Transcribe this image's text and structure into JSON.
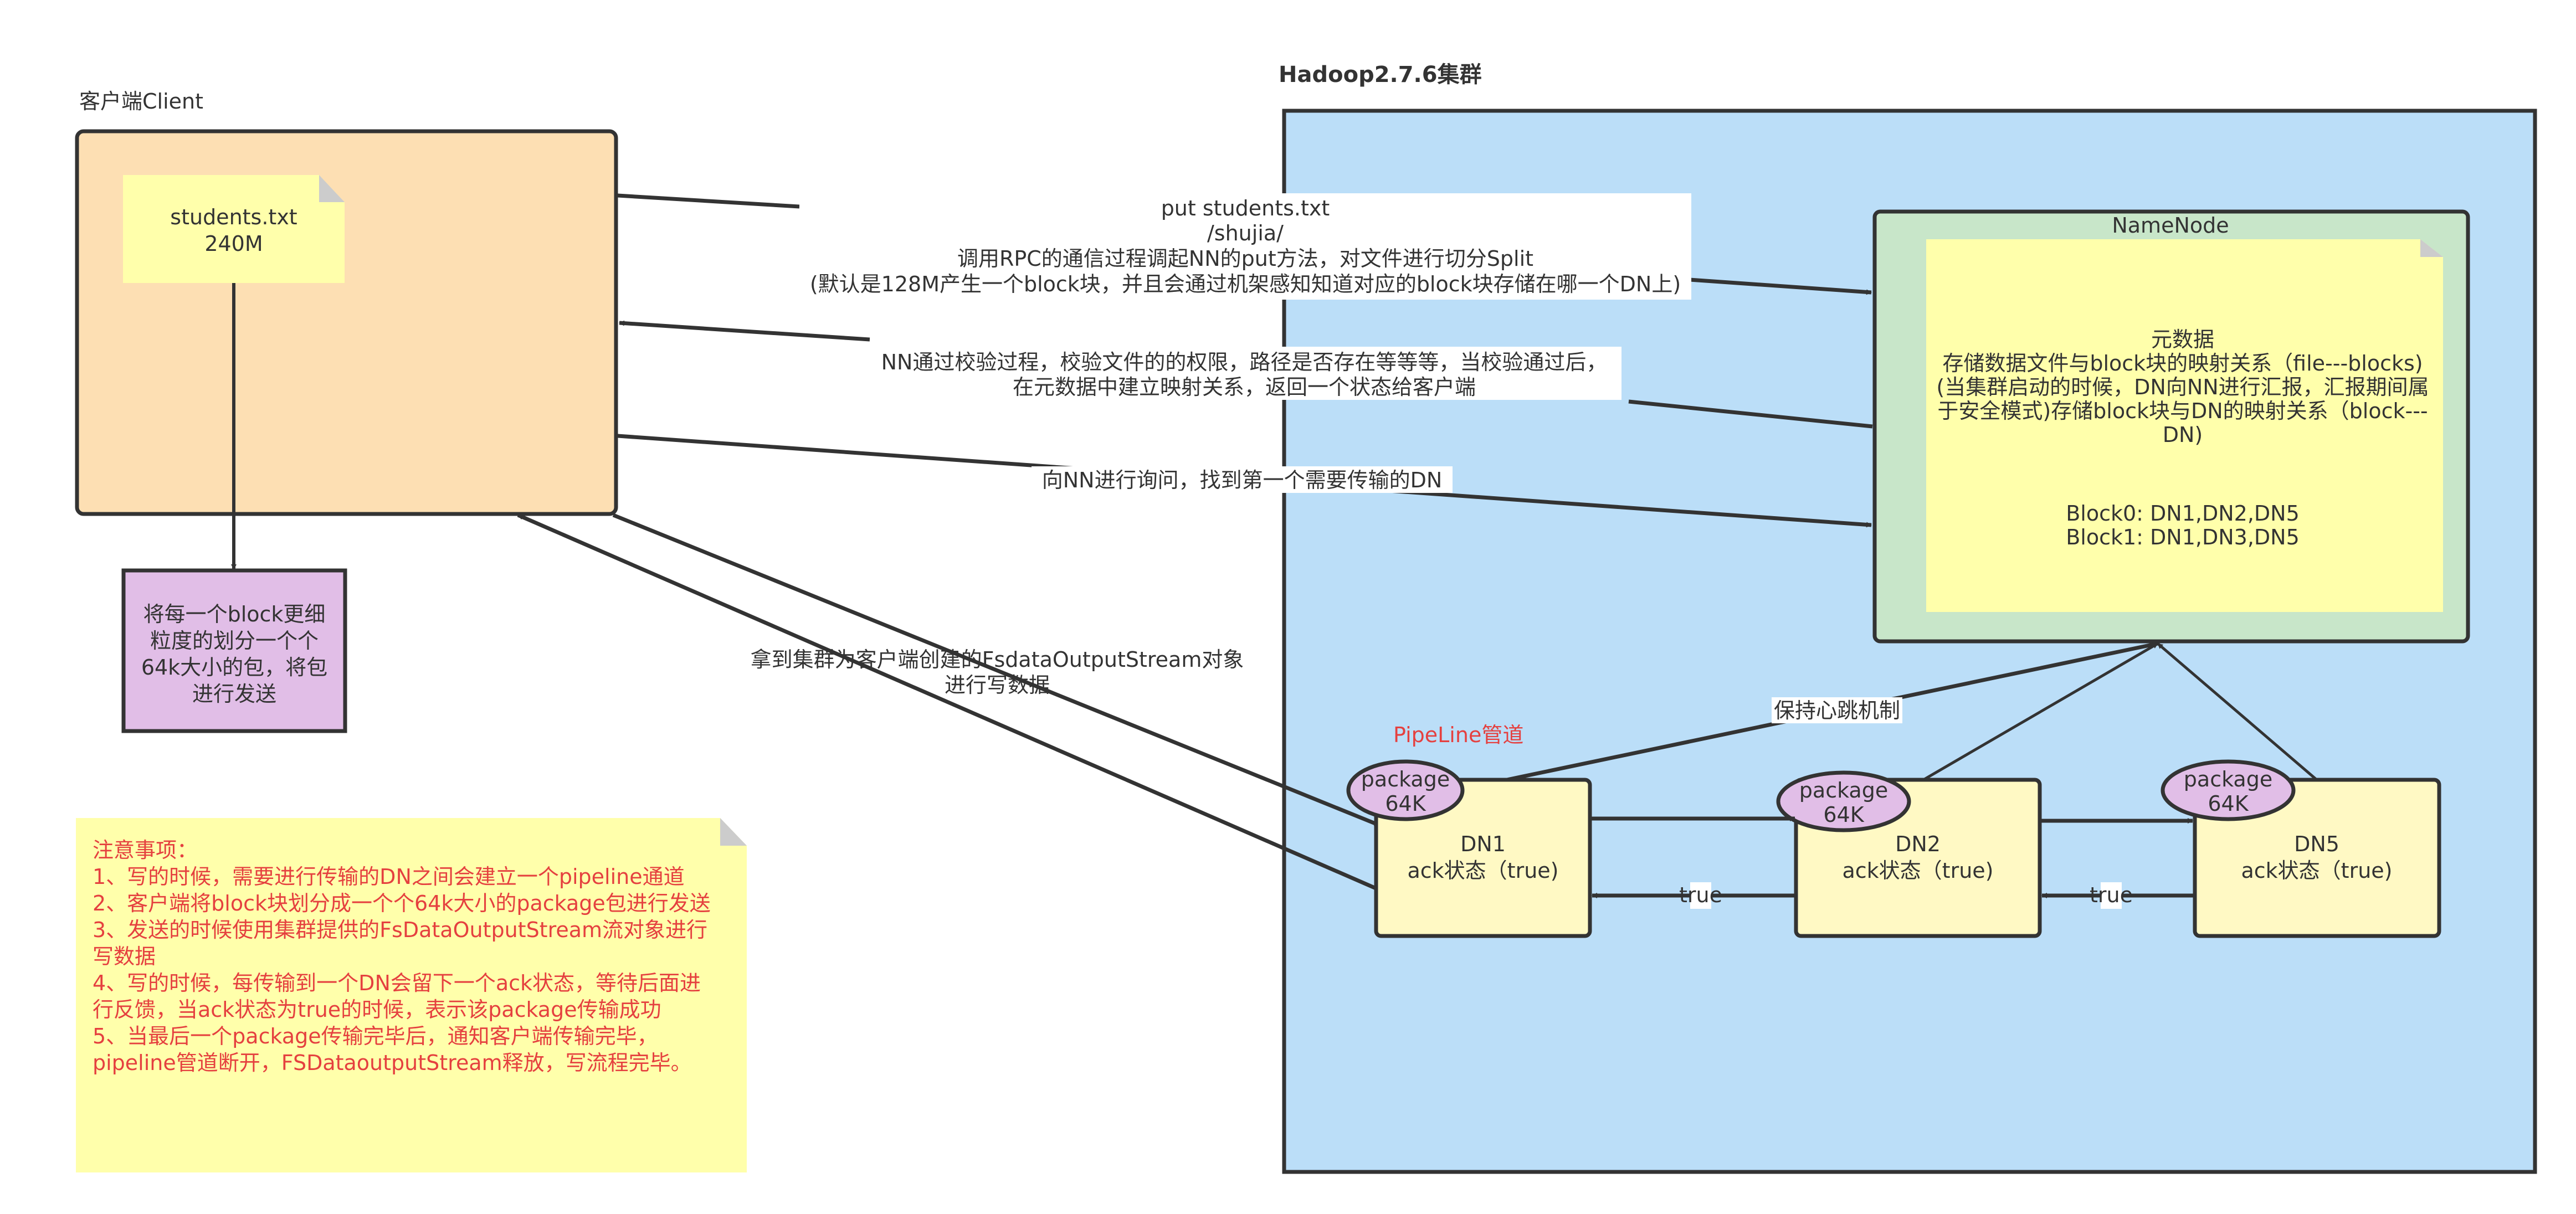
{
  "colors": {
    "client_fill": "#fddfb3",
    "cluster_fill": "#bbdef8",
    "namenode_fill": "#c8e6c9",
    "note_fill": "#ffffab",
    "note_fold": "#cccccc",
    "datanode_fill": "#fff9c4",
    "package_fill": "#e1bee7",
    "purple_box_fill": "#e1bee7",
    "stroke": "#333333",
    "red_text": "#e5403f",
    "label_bg": "#ffffff"
  },
  "client": {
    "label": "客户端Client",
    "file_note": {
      "lines": [
        "students.txt",
        "240M"
      ]
    },
    "package_box": {
      "lines": [
        "将每一个block更细",
        "粒度的划分一个个",
        "64k大小的包，将包",
        "进行发送"
      ]
    }
  },
  "cluster": {
    "title": "Hadoop2.7.6集群",
    "namenode": {
      "title": "NameNode",
      "metadata_lines": [
        "元数据",
        "存储数据文件与block块的映射关系（file---blocks)",
        "(当集群启动的时候，DN向NN进行汇报，汇报期间属",
        "于安全模式)存储block块与DN的映射关系（block---",
        "DN)"
      ],
      "block_lines": [
        "Block0:  DN1,DN2,DN5",
        "Block1:  DN1,DN3,DN5"
      ]
    },
    "pipeline_label": "PipeLine管道",
    "heartbeat_label": "保持心跳机制",
    "datanodes": [
      {
        "name": "DN1",
        "ack": "ack状态（true)",
        "package": [
          "package",
          "64K"
        ]
      },
      {
        "name": "DN2",
        "ack": "ack状态（true)",
        "package": [
          "package",
          "64K"
        ]
      },
      {
        "name": "DN5",
        "ack": "ack状态（true)",
        "package": [
          "package",
          "64K"
        ]
      }
    ],
    "ack_labels": [
      "true",
      "true"
    ]
  },
  "edges": {
    "put_request": {
      "lines": [
        "put students.txt",
        "/shujia/",
        "调用RPC的通信过程调起NN的put方法，对文件进行切分Split",
        "(默认是128M产生一个block块，并且会通过机架感知知道对应的block块存储在哪一个DN上)"
      ]
    },
    "validation_response": {
      "lines": [
        "NN通过校验过程，校验文件的的权限，路径是否存在等等等，当校验通过后，",
        "在元数据中建立映射关系，返回一个状态给客户端"
      ]
    },
    "ask_first_dn": {
      "lines": [
        "向NN进行询问，找到第一个需要传输的DN"
      ]
    },
    "stream_created": {
      "lines": [
        "拿到集群为客户端创建的FsdataOutputStream对象",
        "进行写数据"
      ]
    }
  },
  "notes": {
    "lines": [
      "注意事项：",
      "1、写的时候，需要进行传输的DN之间会建立一个pipeline通道",
      "2、客户端将block块划分成一个个64k大小的package包进行发送",
      "3、发送的时候使用集群提供的FsDataOutputStream流对象进行",
      "写数据",
      "4、写的时候，每传输到一个DN会留下一个ack状态，等待后面进",
      "行反馈，当ack状态为true的时候，表示该package传输成功",
      "5、当最后一个package传输完毕后，通知客户端传输完毕，",
      "pipeline管道断开，FSDataoutputStream释放，写流程完毕。"
    ]
  }
}
